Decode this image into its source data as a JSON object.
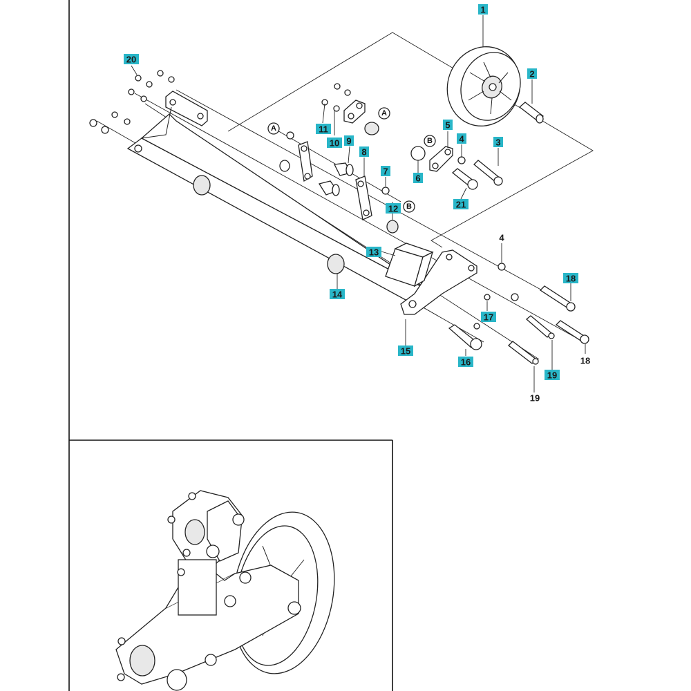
{
  "callouts": {
    "c1": "1",
    "c2": "2",
    "c3": "3",
    "c4": "4",
    "c4b": "4",
    "c5": "5",
    "c6": "6",
    "c7": "7",
    "c8": "8",
    "c9": "9",
    "c10": "10",
    "c11": "11",
    "c12": "12",
    "c13": "13",
    "c14": "14",
    "c15": "15",
    "c16": "16",
    "c17": "17",
    "c18": "18",
    "c18b": "18",
    "c19": "19",
    "c19b": "19",
    "c20": "20",
    "c21": "21"
  },
  "refs": {
    "a": "A",
    "b": "B"
  },
  "colors": {
    "callout_fill": "#29b6c8",
    "line": "#222222",
    "background": "#ffffff"
  },
  "icons": {
    "wheel": "wheel-icon",
    "assembly": "assembled-wheel-unit-icon"
  }
}
